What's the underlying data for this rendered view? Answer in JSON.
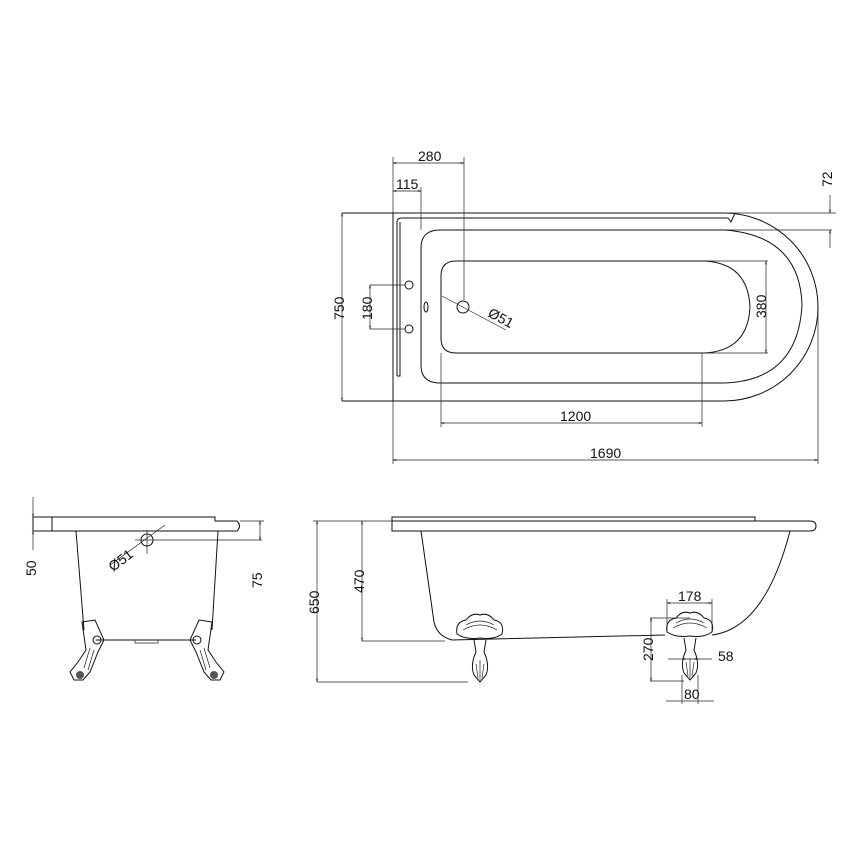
{
  "drawing": {
    "title": "Bath technical drawing",
    "colors": {
      "line": "#111111",
      "background": "#ffffff"
    },
    "plan_view": {
      "dimensions": {
        "waste_offset": "280",
        "rim_offset": "115",
        "tap_spacing": "180",
        "overall_width": "750",
        "waste_diameter": "Ø51",
        "base_width": "380",
        "base_length": "1200",
        "overall_length": "1690",
        "rim_width": "72"
      }
    },
    "end_view": {
      "dimensions": {
        "rim_height": "50",
        "waste_diameter": "Ø51",
        "overflow_depth": "75"
      }
    },
    "side_view": {
      "dimensions": {
        "overall_height": "650",
        "bath_depth": "470",
        "foot_width": "178",
        "foot_height": "270",
        "foot_neck": "58",
        "foot_base": "80"
      }
    }
  }
}
